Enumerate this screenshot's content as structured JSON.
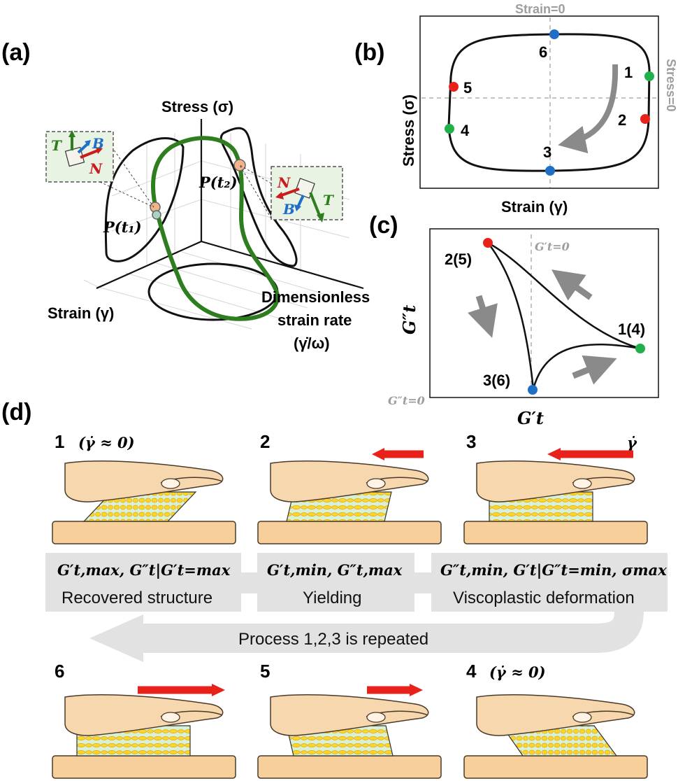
{
  "panels": {
    "a": "(a)",
    "b": "(b)",
    "c": "(c)",
    "d": "(d)"
  },
  "panel_a": {
    "stress_axis": "Stress (σ)",
    "strain_axis": "Strain (γ)",
    "rate_axis_line1": "Dimensionless",
    "rate_axis_line2": "strain rate",
    "rate_axis_line3": "(γ̇/ω)",
    "p_t1": "P(t₁)",
    "p_t2": "P(t₂)",
    "frame_T": "T",
    "frame_B": "B",
    "frame_N": "N"
  },
  "panel_b": {
    "ylabel": "Stress (σ)",
    "xlabel": "Strain (γ)",
    "zero_strain": "Strain=0",
    "zero_stress": "Stress=0",
    "points": [
      "1",
      "2",
      "3",
      "4",
      "5",
      "6"
    ]
  },
  "panel_c": {
    "ylabel": "G″t",
    "xlabel": "G′t",
    "zero_gp": "G′t=0",
    "zero_gpp": "G″t=0",
    "points": [
      "1(4)",
      "2(5)",
      "3(6)"
    ]
  },
  "panel_d": {
    "step1": "1",
    "step1_cond": "(γ̇ ≈ 0)",
    "step2": "2",
    "step3": "3",
    "rate_symbol": "γ̇",
    "step4": "4",
    "step4_cond": "(γ̇ ≈ 0)",
    "step5": "5",
    "step6": "6",
    "box1_formula": "G′t,max, G″t|G′t=max",
    "box1_label": "Recovered structure",
    "box2_formula": "G′t,min, G″t,max",
    "box2_label": "Yielding",
    "box3_formula": "G″t,min, G′t|G″t=min, σmax",
    "box3_label": "Viscoplastic deformation",
    "repeat_label": "Process 1,2,3 is repeated"
  },
  "colors": {
    "trajectory": "#2e7d1f",
    "red_point": "#e8211b",
    "green_point": "#22b04b",
    "blue_point": "#1f6fc7",
    "arrow_red": "#e8211b",
    "box_grey": "#e2e2e2",
    "skin": "#f7d7ad",
    "table": "#f6cf9a",
    "cell_fill": "#ffe04a",
    "material_bg": "#d9f0d8"
  }
}
